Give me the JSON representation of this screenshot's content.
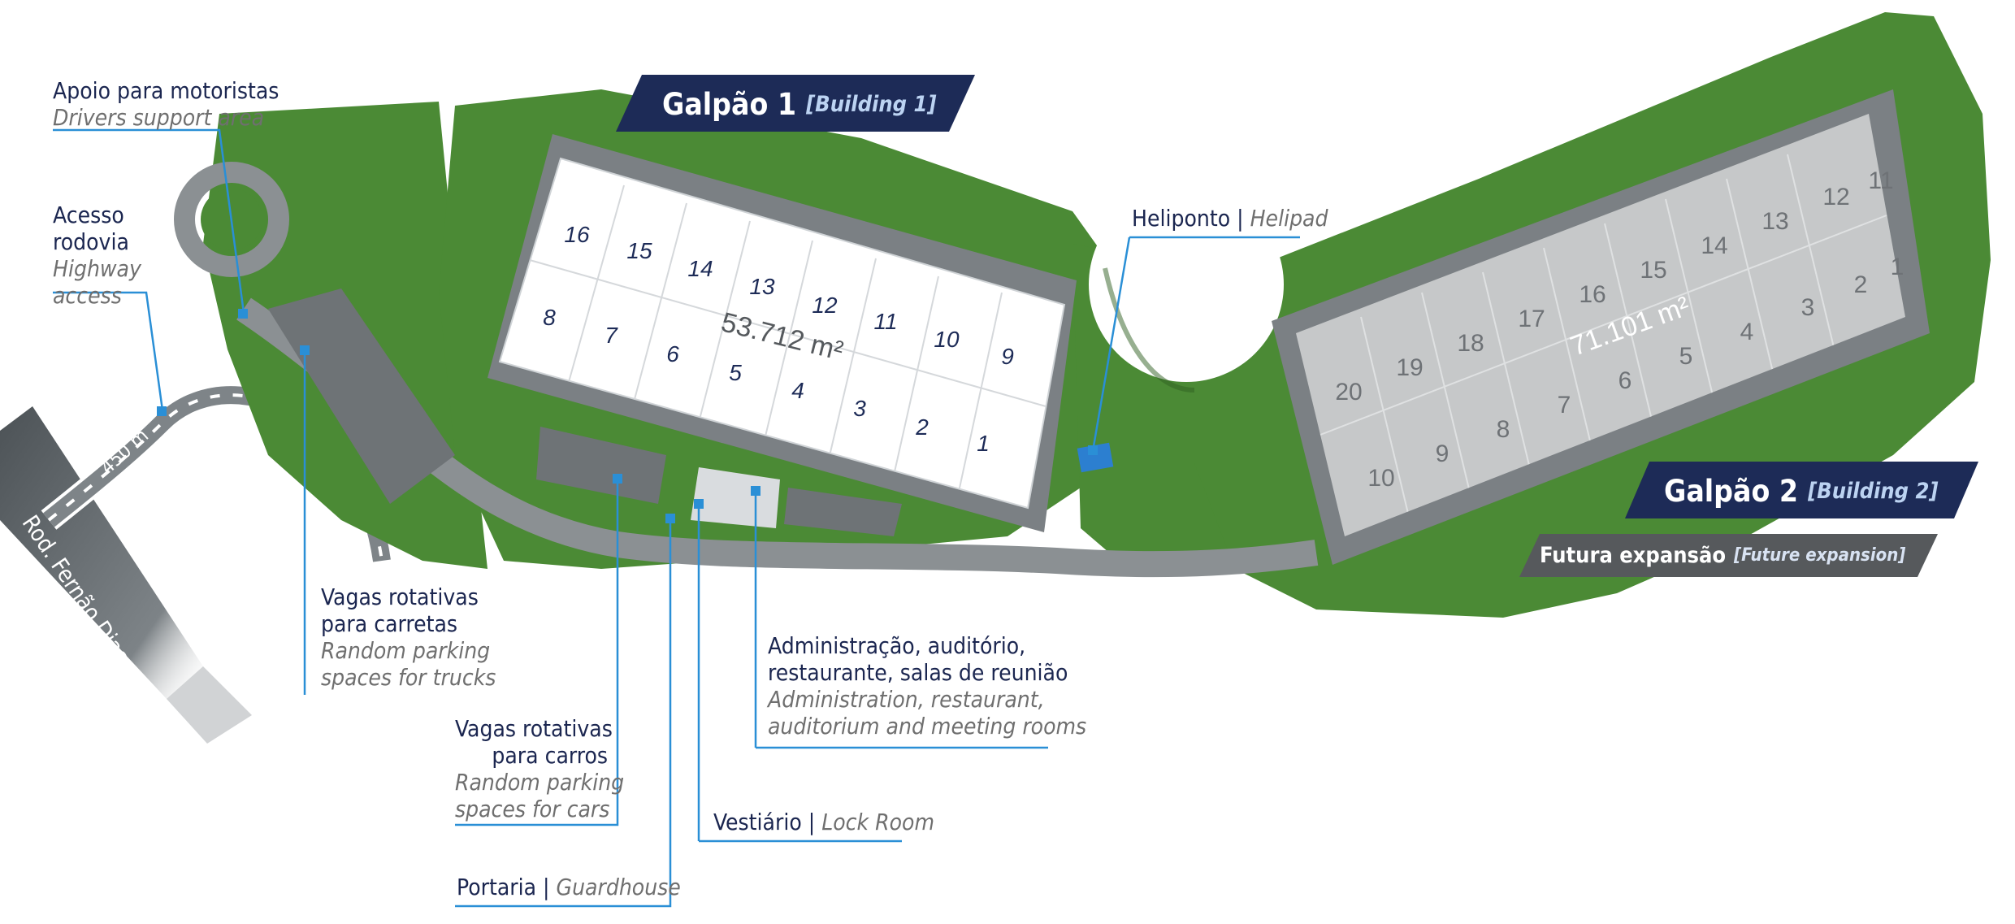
{
  "buildings": [
    {
      "name": "Galpão 1",
      "name_en": "[Building 1]",
      "area": "53.712 m²",
      "modules": [
        "16",
        "15",
        "14",
        "13",
        "12",
        "11",
        "10",
        "9",
        "8",
        "7",
        "6",
        "5",
        "4",
        "3",
        "2",
        "1"
      ]
    },
    {
      "name": "Galpão 2",
      "name_en": "[Building 2]",
      "area": "71.101 m²",
      "modules": [
        "20",
        "19",
        "18",
        "17",
        "16",
        "15",
        "14",
        "13",
        "12",
        "11",
        "10",
        "9",
        "8",
        "7",
        "6",
        "5",
        "4",
        "3",
        "2",
        "1"
      ]
    }
  ],
  "future_expansion": {
    "label": "Futura expansão",
    "label_en": "[Future expansion]"
  },
  "callouts": {
    "drivers_support": {
      "pt": "Apoio para motoristas",
      "en": "Drivers support area"
    },
    "highway_access": {
      "pt_line1": "Acesso",
      "pt_line2": "rodovia",
      "en_line1": "Highway",
      "en_line2": "access"
    },
    "truck_parking": {
      "pt_line1": "Vagas rotativas",
      "pt_line2": "para carretas",
      "en_line1": "Random parking",
      "en_line2": "spaces for trucks"
    },
    "car_parking": {
      "pt_line1": "Vagas rotativas",
      "pt_line2": "para carros",
      "en_line1": "Random parking",
      "en_line2": "spaces for cars"
    },
    "guardhouse": {
      "pt": "Portaria",
      "en": "Guardhouse"
    },
    "lock_room": {
      "pt": "Vestiário",
      "en": "Lock Room"
    },
    "administration": {
      "pt_line1": "Administração, auditório,",
      "pt_line2": "restaurante, salas de reunião",
      "en_line1": "Administration, restaurant,",
      "en_line2": "auditorium and meeting rooms"
    },
    "helipad": {
      "pt": "Heliponto",
      "en": "Helipad"
    }
  },
  "road": {
    "name": "Rod. Fernão Dias",
    "distance": "450 m"
  },
  "colors": {
    "navy": "#1d2b57",
    "callout_line": "#2a8fd6",
    "grass": "#4b8a35",
    "road": "#5a5f63",
    "warehouse_1": "#ffffff",
    "warehouse_2": "#c6c8c9",
    "future_band": "#56595c"
  }
}
